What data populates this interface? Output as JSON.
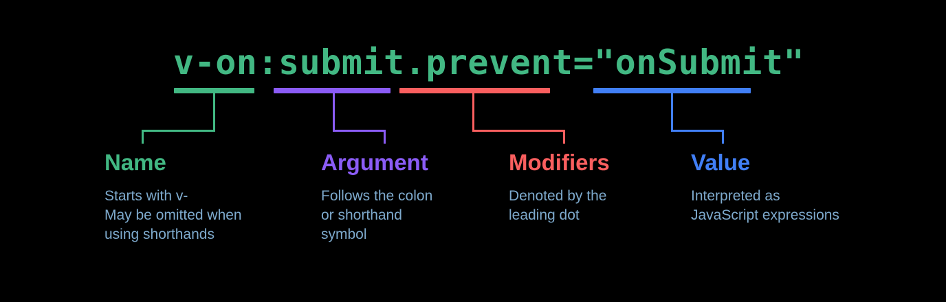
{
  "theme": {
    "background": "#000000",
    "code_color": "#42b883",
    "description_color": "#7eaacd"
  },
  "code": {
    "full_text": "v-on:submit.prevent=\"onSubmit\"",
    "segments": [
      {
        "text": "v-on",
        "color": "#42b883"
      },
      {
        "text": ":",
        "color": "#42b883"
      },
      {
        "text": "submit",
        "color": "#42b883"
      },
      {
        "text": ".prevent",
        "color": "#42b883"
      },
      {
        "text": "=",
        "color": "#42b883"
      },
      {
        "text": "\"onSubmit\"",
        "color": "#42b883"
      }
    ]
  },
  "annotations": [
    {
      "id": "name",
      "title": "Name",
      "color": "#42b883",
      "covers": "v-on",
      "description_lines": [
        "Starts with v-",
        "May be omitted when",
        "using shorthands"
      ]
    },
    {
      "id": "argument",
      "title": "Argument",
      "color": "#8b5cf6",
      "covers": "submit",
      "description_lines": [
        "Follows the colon",
        "or shorthand",
        "symbol"
      ]
    },
    {
      "id": "modifiers",
      "title": "Modifiers",
      "color": "#fb5f5f",
      "covers": ".prevent",
      "description_lines": [
        "Denoted by the",
        "leading dot"
      ]
    },
    {
      "id": "value",
      "title": "Value",
      "color": "#417ff6",
      "covers": "\"onSubmit\"",
      "description_lines": [
        "Interpreted as",
        "JavaScript expressions"
      ]
    }
  ]
}
